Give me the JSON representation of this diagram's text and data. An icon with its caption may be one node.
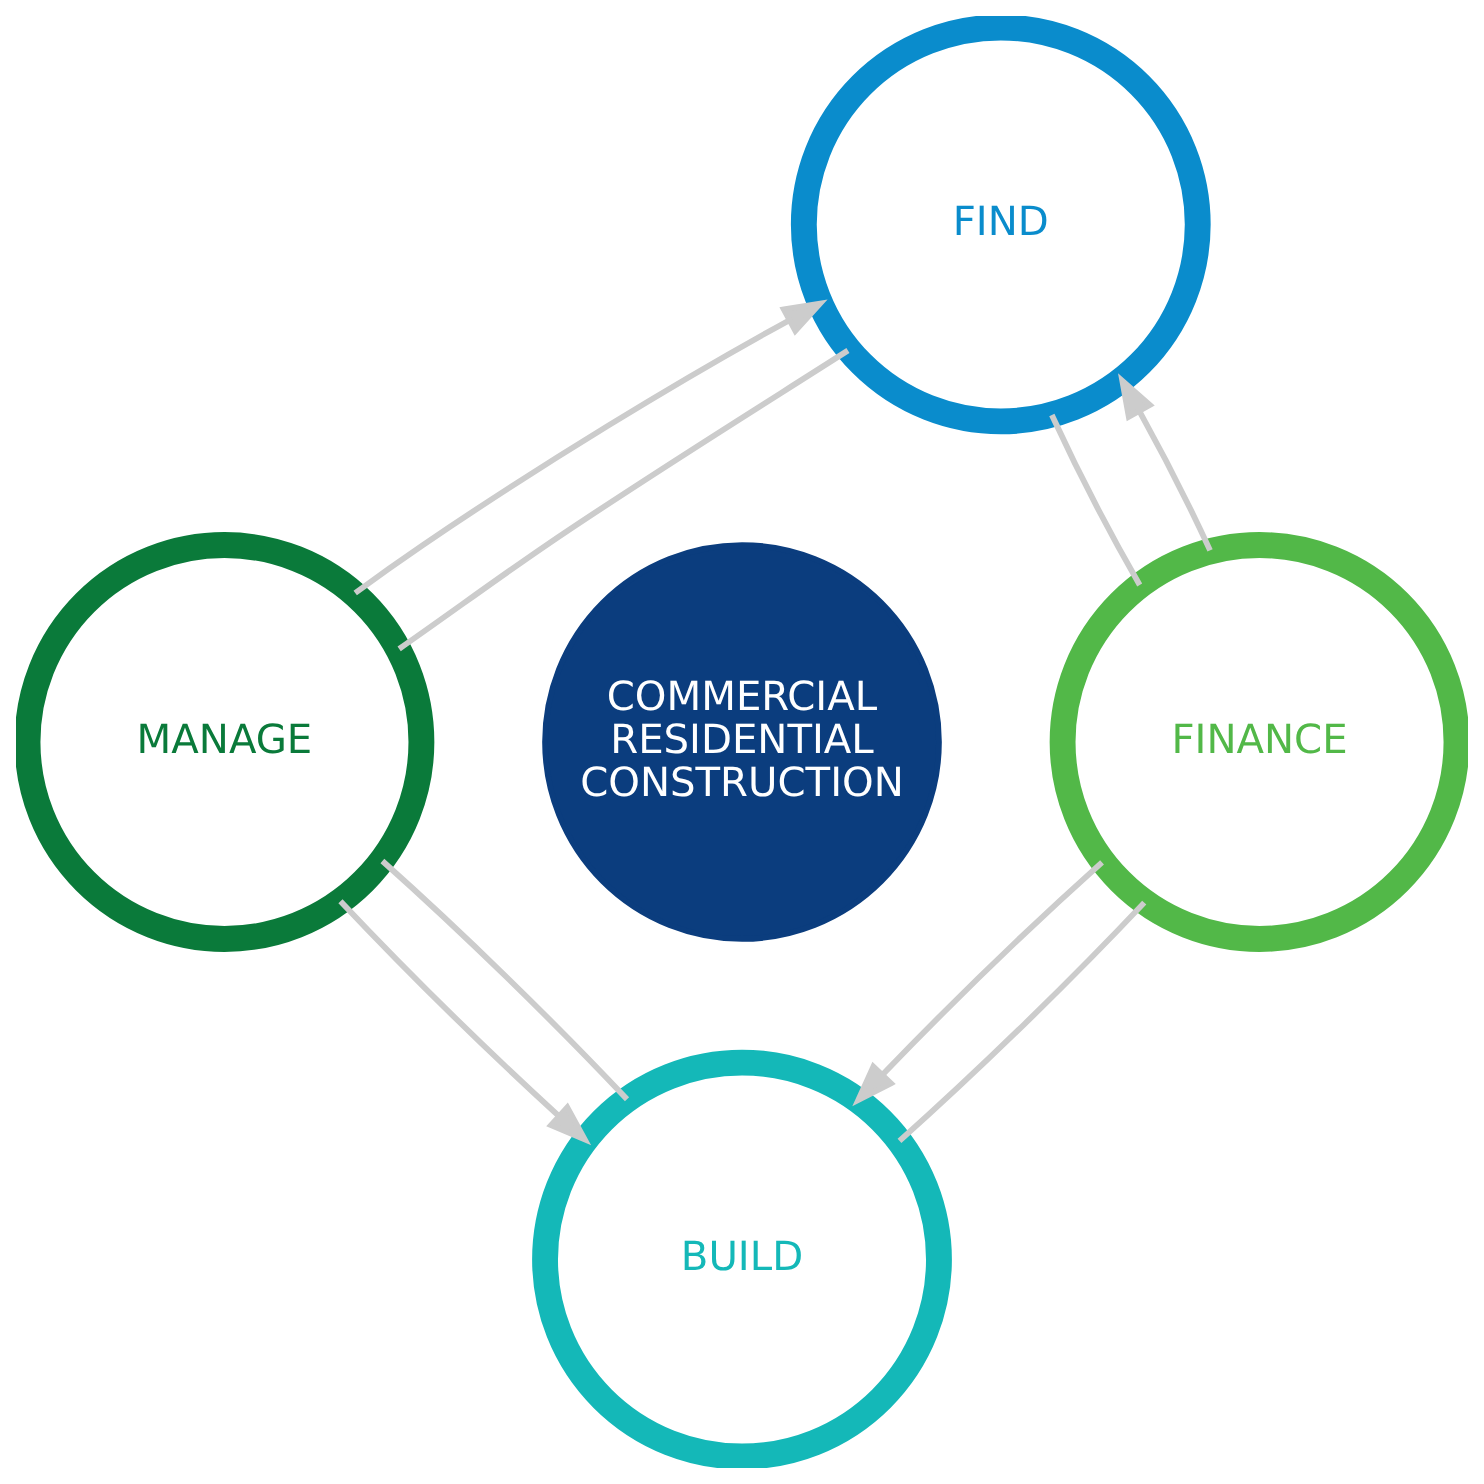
{
  "diagram": {
    "nodes": [
      {
        "text": [
          "FIND"
        ]
      },
      {
        "text": [
          "MANAGE"
        ]
      },
      {
        "text": [
          "COMMERCIAL",
          "RESIDENTIAL",
          "CONSTRUCTION"
        ]
      },
      {
        "text": [
          "FINANCE"
        ]
      },
      {
        "text": [
          "BUILD"
        ]
      }
    ],
    "edges": [
      {
        "from": 3,
        "to": 0,
        "arrow": "to"
      },
      {
        "from": 0,
        "to": 3,
        "arrow": "none"
      },
      {
        "from": 1,
        "to": 0,
        "arrow": "to"
      },
      {
        "from": 1,
        "to": 0,
        "arrow": "none"
      },
      {
        "from": 3,
        "to": 4,
        "arrow": "to"
      },
      {
        "from": 3,
        "to": 4,
        "arrow": "none"
      },
      {
        "from": 1,
        "to": 4,
        "arrow": "to"
      },
      {
        "from": 1,
        "to": 4,
        "arrow": "none"
      }
    ]
  }
}
